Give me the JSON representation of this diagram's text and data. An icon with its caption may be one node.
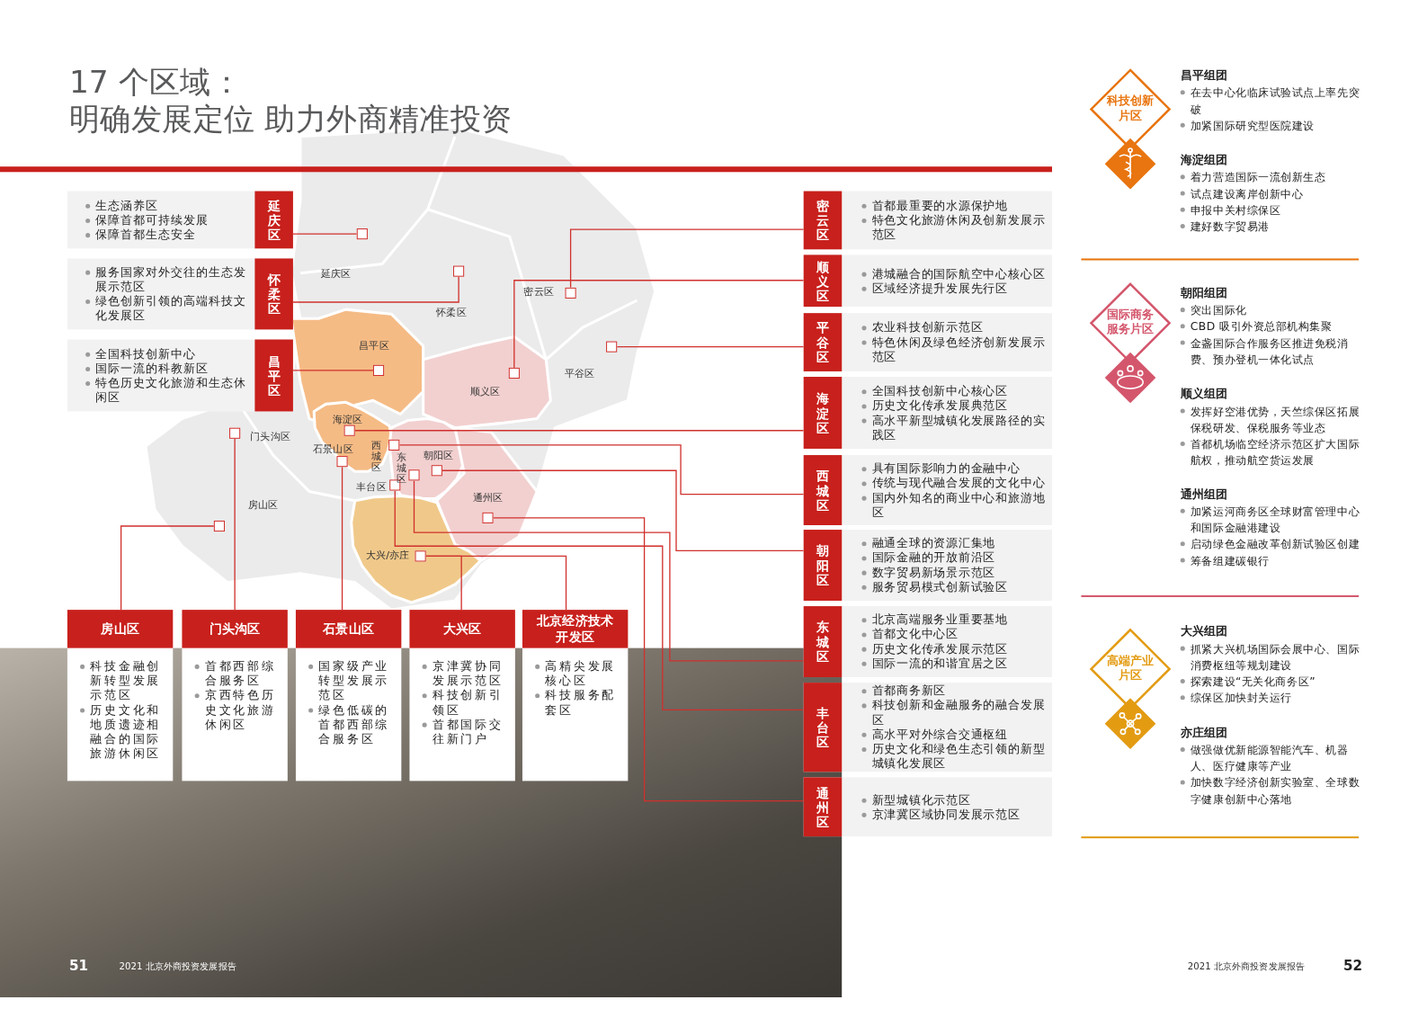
{
  "diagram": {
    "title": "17 个区域：",
    "nodes": [
      {
        "text": [
          "生态涵养区",
          "保障首都可持续发展",
          "保障首都生态安全",
          "延庆区"
        ]
      },
      {
        "text": [
          "服务国家对外交往的生态发展示范区",
          "绿色创新引领的高端科技文化发展区",
          "怀柔区"
        ]
      },
      {
        "text": [
          "全国科技创新中心",
          "国际一流的科教新区",
          "特色历史文化旅游和生态休闲区",
          "昌平区"
        ]
      },
      {
        "text": [
          "密云区",
          "首都最重要的水源保护地",
          "特色文化旅游休闲及创新发展示范区"
        ]
      },
      {
        "text": [
          "顺义区",
          "港城融合的国际航空中心核心区",
          "区域经济提升发展先行区"
        ]
      },
      {
        "text": [
          "平谷区",
          "农业科技创新示范区",
          "特色休闲及绿色经济创新发展示范区"
        ]
      },
      {
        "text": [
          "海淀区",
          "全国科技创新中心核心区",
          "历史文化传承发展典范区",
          "高水平新型城镇化发展路径的实践区"
        ]
      },
      {
        "text": [
          "西城区",
          "具有国际影响力的金融中心",
          "传统与现代融合发展的文化中心",
          "国内外知名的商业中心和旅游地区"
        ]
      },
      {
        "text": [
          "朝阳区",
          "融通全球的资源汇集地",
          "国际金融的开放前沿区",
          "数字贸易新场景示范区",
          "服务贸易模式创新试验区"
        ]
      },
      {
        "text": [
          "东城区",
          "北京高端服务业重要基地",
          "首都文化中心区",
          "历史文化传承发展示范区",
          "国际一流的和谐宜居之区"
        ]
      },
      {
        "text": [
          "丰台区",
          "首都商务新区",
          "科技创新和金融服务的融合发展区",
          "高水平对外综合交通枢纽",
          "历史文化和绿色生态引领的新型城镇化发展区"
        ]
      },
      {
        "text": [
          "通州区",
          "新型城镇化示范区",
          "京津冀区域协同发展示范区"
        ]
      },
      {
        "text": [
          "房山区",
          "科技金融创新转型发展示范区",
          "历史文化和地质遗迹相融合的国际旅游休闲区"
        ]
      },
      {
        "text": [
          "门头沟区",
          "首都西部综合服务区",
          "京西特色历史文化旅游休闲区"
        ]
      },
      {
        "text": [
          "石景山区",
          "国家级产业转型发展示范区",
          "绿色低碳的首都西部综合服务区"
        ]
      },
      {
        "text": [
          "大兴区",
          "京津冀协同发展示范区",
          "科技创新引领区",
          "首都国际交往新门户"
        ]
      },
      {
        "text": [
          "北京经济技术开发区",
          "高精尖发展核心区",
          "科技服务配套区"
        ]
      },
      {
        "text": [],
        "shape": "box"
      },
      {
        "text": [],
        "shape": "box"
      },
      {
        "text": [],
        "shape": "box"
      },
      {
        "text": [],
        "shape": "box"
      },
      {
        "text": [],
        "shape": "box"
      },
      {
        "text": [],
        "shape": "box"
      },
      {
        "text": [],
        "shape": "box"
      },
      {
        "text": [],
        "shape": "box"
      },
      {
        "text": [],
        "shape": "box"
      },
      {
        "text": [],
        "shape": "box"
      },
      {
        "text": [],
        "shape": "box"
      },
      {
        "text": [],
        "shape": "box"
      },
      {
        "text": [],
        "shape": "box"
      },
      {
        "text": [],
        "shape": "box"
      },
      {
        "text": [],
        "shape": "box"
      },
      {
        "text": [],
        "shape": "box"
      },
      {
        "text": [
          "科技创新片区"
        ]
      },
      {
        "text": [
          "国际商务服务片区"
        ]
      },
      {
        "text": [
          "高端产业片区"
        ]
      }
    ],
    "edges": [
      {
        "from": 0,
        "to": 17,
        "arrow": "none"
      },
      {
        "from": 1,
        "to": 18,
        "arrow": "none"
      },
      {
        "from": 2,
        "to": 19,
        "arrow": "none"
      },
      {
        "from": 3,
        "to": 20,
        "arrow": "none"
      },
      {
        "from": 4,
        "to": 21,
        "arrow": "none"
      },
      {
        "from": 5,
        "to": 22,
        "arrow": "none"
      },
      {
        "from": 6,
        "to": 23,
        "arrow": "none"
      },
      {
        "from": 7,
        "to": 24,
        "arrow": "none"
      },
      {
        "from": 8,
        "to": 25,
        "arrow": "none"
      },
      {
        "from": 9,
        "to": 26,
        "arrow": "none"
      },
      {
        "from": 10,
        "to": 27,
        "arrow": "none"
      },
      {
        "from": 11,
        "to": 28,
        "arrow": "none"
      },
      {
        "from": 12,
        "to": 29,
        "arrow": "none"
      },
      {
        "from": 13,
        "to": 30,
        "arrow": "none"
      },
      {
        "from": 14,
        "to": 31,
        "arrow": "none"
      },
      {
        "from": 15,
        "to": 32,
        "arrow": "none"
      },
      {
        "from": 16,
        "to": 32,
        "arrow": "none"
      }
    ],
    "labels": [
      "明确发展定位 助力外商精准投资",
      "延庆区",
      "怀柔区",
      "密云区",
      "昌平区",
      "平谷区",
      "顺义区",
      "海淀区",
      "门头沟区",
      "石景山区",
      "西城区",
      "东城区",
      "朝阳区",
      "丰台区",
      "房山区",
      "通州区",
      "大兴/亦庄",
      "昌平组团",
      "在去中心化临床试验试点上率先突破",
      "加紧国际研究型医院建设",
      "海淀组团",
      "着力营造国际一流创新生态",
      "试点建设离岸创新中心",
      "申报中关村综保区",
      "建好数字贸易港",
      "朝阳组团",
      "突出国际化",
      "CBD 吸引外资总部机构集聚",
      "金盏国际合作服务区推进免税消费、预办登机一体化试点",
      "顺义组团",
      "发挥好空港优势，天竺综保区拓展保税研发、保税服务等业态",
      "首都机场临空经济示范区扩大国际航权，推动航空货运发展",
      "通州组团",
      "加紧运河商务区全球财富管理中心和国际金融港建设",
      "启动绿色金融改革创新试验区创建",
      "筹备组建碳银行",
      "大兴组团",
      "抓紧大兴机场国际会展中心、国际消费枢纽等规划建设",
      "探索建设“无关化商务区”",
      "综保区加快封关运行",
      "亦庄组团",
      "做强做优新能源智能汽车、机器人、医疗健康等产业",
      "加快数字经济创新实验室、全球数字健康创新中心落地",
      "51",
      "2021 北京外商投资发展报告",
      "2021 北京外商投资发展报告",
      "52"
    ]
  }
}
